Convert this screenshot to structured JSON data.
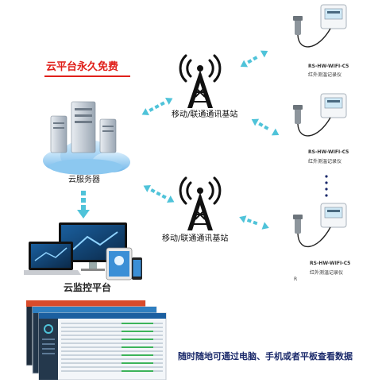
{
  "promo_text": "云平台永久免费",
  "server_label": "云服务器",
  "monitor_label": "云监控平台",
  "stations": [
    {
      "label": "移动/联通通讯基站"
    },
    {
      "label": "移动/联通通讯基站"
    }
  ],
  "devices": [
    {
      "model": "RS-HW-WIFI-C5",
      "name": "红外测温记录仪"
    },
    {
      "model": "RS-HW-WIFI-C5",
      "name": "红外测温记录仪"
    },
    {
      "model": "RS-HW-WIFI-C5",
      "name": "红外测温记录仪"
    }
  ],
  "small_mark": "R",
  "footer_text": "随时随地可通过电脑、手机或者平板查看数据",
  "colors": {
    "accent_red": "#e0201a",
    "arrow_cyan": "#4fc3d9",
    "footer_navy": "#1b2a6b",
    "tower_black": "#111111",
    "cloud_blue": "#7fc0ec"
  }
}
